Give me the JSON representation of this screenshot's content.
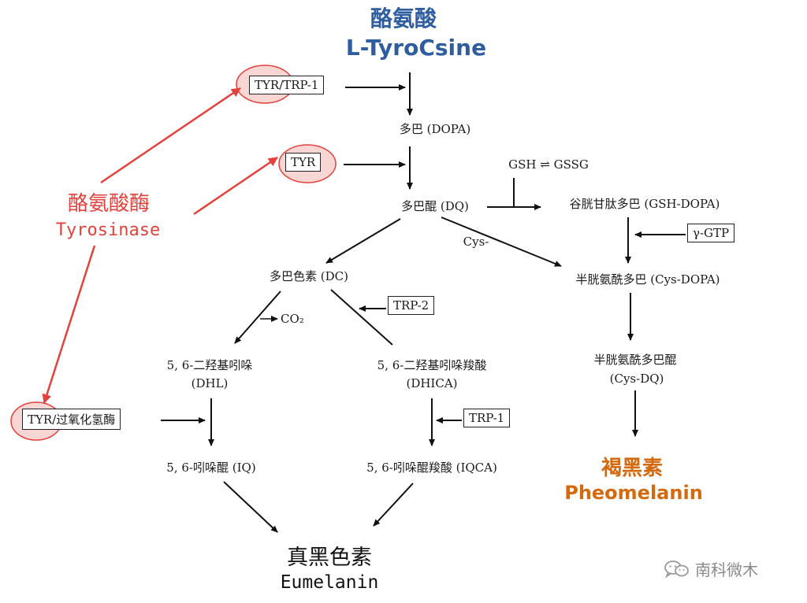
{
  "title": {
    "zh": "酪氨酸",
    "en": "L-TyroCsine"
  },
  "enzyme_label": {
    "zh": "酪氨酸酶",
    "en": "Tyrosinase"
  },
  "nodes": {
    "dopa": "多巴 (DOPA)",
    "dq": "多巴醌 (DQ)",
    "gsh_gssg": "GSH ⇌ GSSG",
    "gsh_dopa": "谷胱甘肽多巴 (GSH-DOPA)",
    "cys": "Cys-",
    "dc": "多巴色素 (DC)",
    "co2": "CO₂",
    "cys_dopa": "半胱氨酰多巴 (Cys-DOPA)",
    "dhi_line1": "5, 6-二羟基吲哚",
    "dhi_line2": "(DHL)",
    "dhica_line1": "5, 6-二羟基吲哚羧酸",
    "dhica_line2": "(DHICA)",
    "cysdq_line1": "半胱氨酰多巴醌",
    "cysdq_line2": "(Cys-DQ)",
    "iq": "5, 6-吲哚醌 (IQ)",
    "iqca": "5, 6-吲哚醌羧酸 (IQCA)"
  },
  "boxes": {
    "tyr_trp1": "TYR/TRP-1",
    "tyr": "TYR",
    "trp2": "TRP-2",
    "gamma_gtp": "γ-GTP",
    "trp1": "TRP-1",
    "tyr_peroxidase": "TYR/过氧化氢酶"
  },
  "pheomelanin": {
    "zh": "褐黑素",
    "en": "Pheomelanin"
  },
  "eumelanin": {
    "zh": "真黑色素",
    "en": "Eumelanin"
  },
  "watermark": "南科微木",
  "colors": {
    "title_blue": "#2e5da0",
    "enzyme_red": "#e2423b",
    "pheomelanin_orange": "#d46a0f",
    "highlight_fill": "#f3b5b1"
  },
  "icons": {
    "watermark": "wechat-icon"
  }
}
